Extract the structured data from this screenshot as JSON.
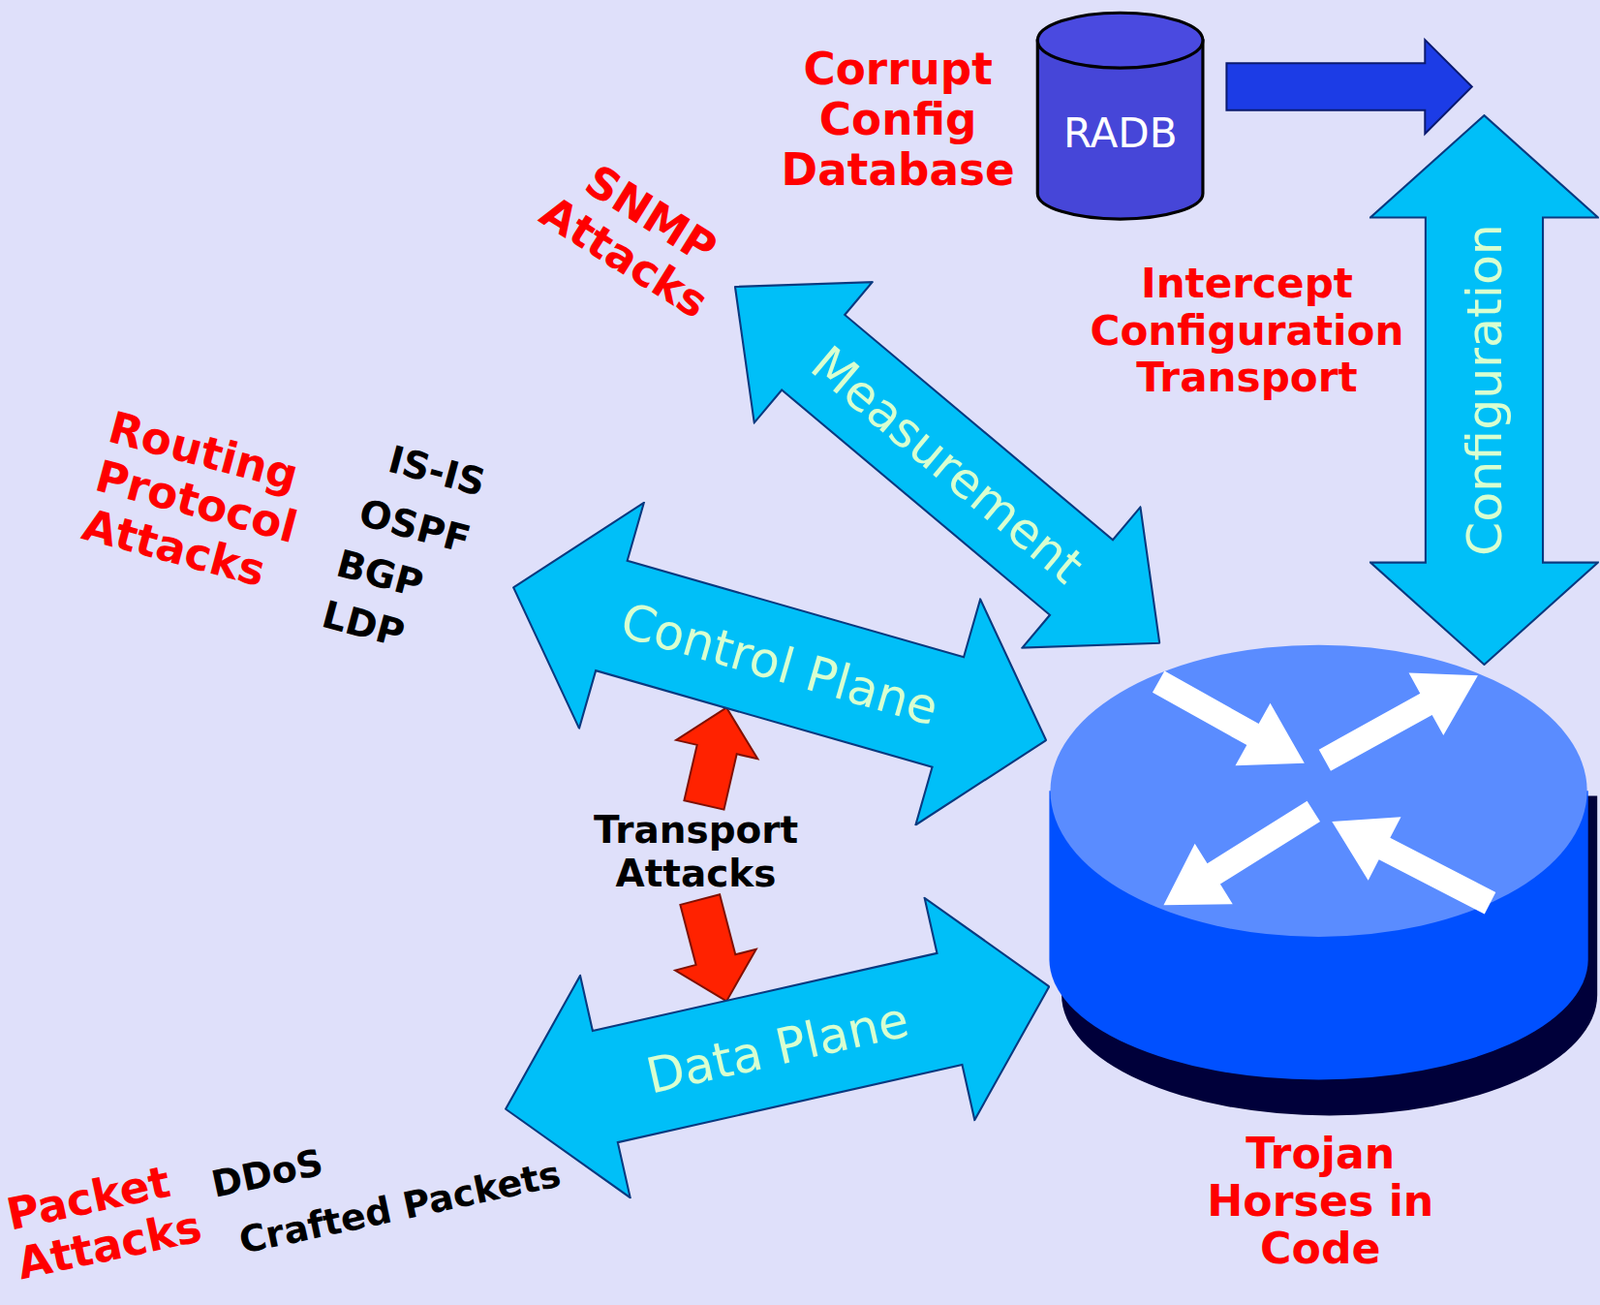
{
  "diagram": {
    "nodes": [
      {
        "text": [
          "RADB"
        ]
      },
      {
        "text": [
          "Configuration"
        ]
      },
      {
        "text": [
          "Measurement"
        ]
      },
      {
        "text": [
          "Control Plane"
        ]
      },
      {
        "text": [
          "Data Plane"
        ]
      },
      {
        "text": [
          "Trojan Horses in Code"
        ]
      }
    ],
    "edges": [
      {
        "from": 0,
        "to": 1,
        "arrow": "to"
      },
      {
        "from": 3,
        "to": 4,
        "label": "Transport Attacks",
        "arrow": "both"
      }
    ],
    "labels": [
      "Corrupt Config Database",
      "SNMP Attacks",
      "Intercept Configuration Transport",
      "Routing Protocol Attacks",
      "IS-IS",
      "OSPF",
      "BGP",
      "LDP",
      "Packet Attacks",
      "DDoS",
      "Crafted Packets"
    ]
  }
}
